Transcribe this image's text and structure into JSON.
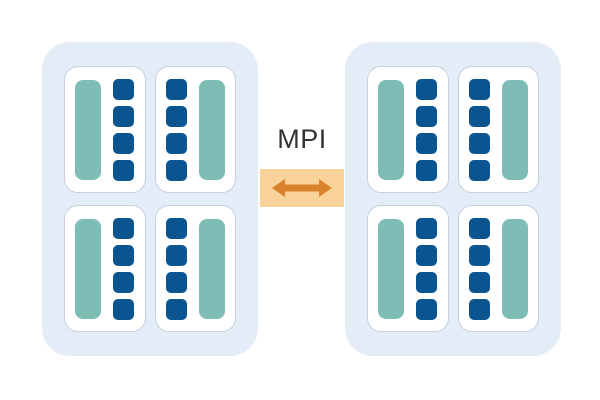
{
  "diagram": {
    "title": "MPI distributed cluster communication diagram",
    "background_color": "#ffffff",
    "interconnect": {
      "label": "MPI",
      "label_color": "#333333",
      "band_color": "#f9d29a",
      "arrow_color": "#d9822b",
      "arrow_icon": "double-headed-horizontal-arrow-icon",
      "direction": "bidirectional"
    },
    "palette": {
      "cluster_background": "#e4ecf7",
      "card_background": "#ffffff",
      "card_border": "#c5cfe0",
      "accelerator_bar": "#7dbdb5",
      "core_square": "#0a5490"
    },
    "clusters": [
      {
        "id": "cluster-left",
        "name": "left-cluster",
        "cards": [
          {
            "id": "left-node-1",
            "name": "node-card",
            "layout": "bar-left",
            "accel_count": 1,
            "core_count": 4
          },
          {
            "id": "left-node-2",
            "name": "node-card",
            "layout": "bar-right",
            "accel_count": 1,
            "core_count": 4
          },
          {
            "id": "left-node-3",
            "name": "node-card",
            "layout": "bar-left",
            "accel_count": 1,
            "core_count": 4
          },
          {
            "id": "left-node-4",
            "name": "node-card",
            "layout": "bar-right",
            "accel_count": 1,
            "core_count": 4
          }
        ]
      },
      {
        "id": "cluster-right",
        "name": "right-cluster",
        "cards": [
          {
            "id": "right-node-1",
            "name": "node-card",
            "layout": "bar-left",
            "accel_count": 1,
            "core_count": 4
          },
          {
            "id": "right-node-2",
            "name": "node-card",
            "layout": "bar-right",
            "accel_count": 1,
            "core_count": 4
          },
          {
            "id": "right-node-3",
            "name": "node-card",
            "layout": "bar-left",
            "accel_count": 1,
            "core_count": 4
          },
          {
            "id": "right-node-4",
            "name": "node-card",
            "layout": "bar-right",
            "accel_count": 1,
            "core_count": 4
          }
        ]
      }
    ]
  }
}
